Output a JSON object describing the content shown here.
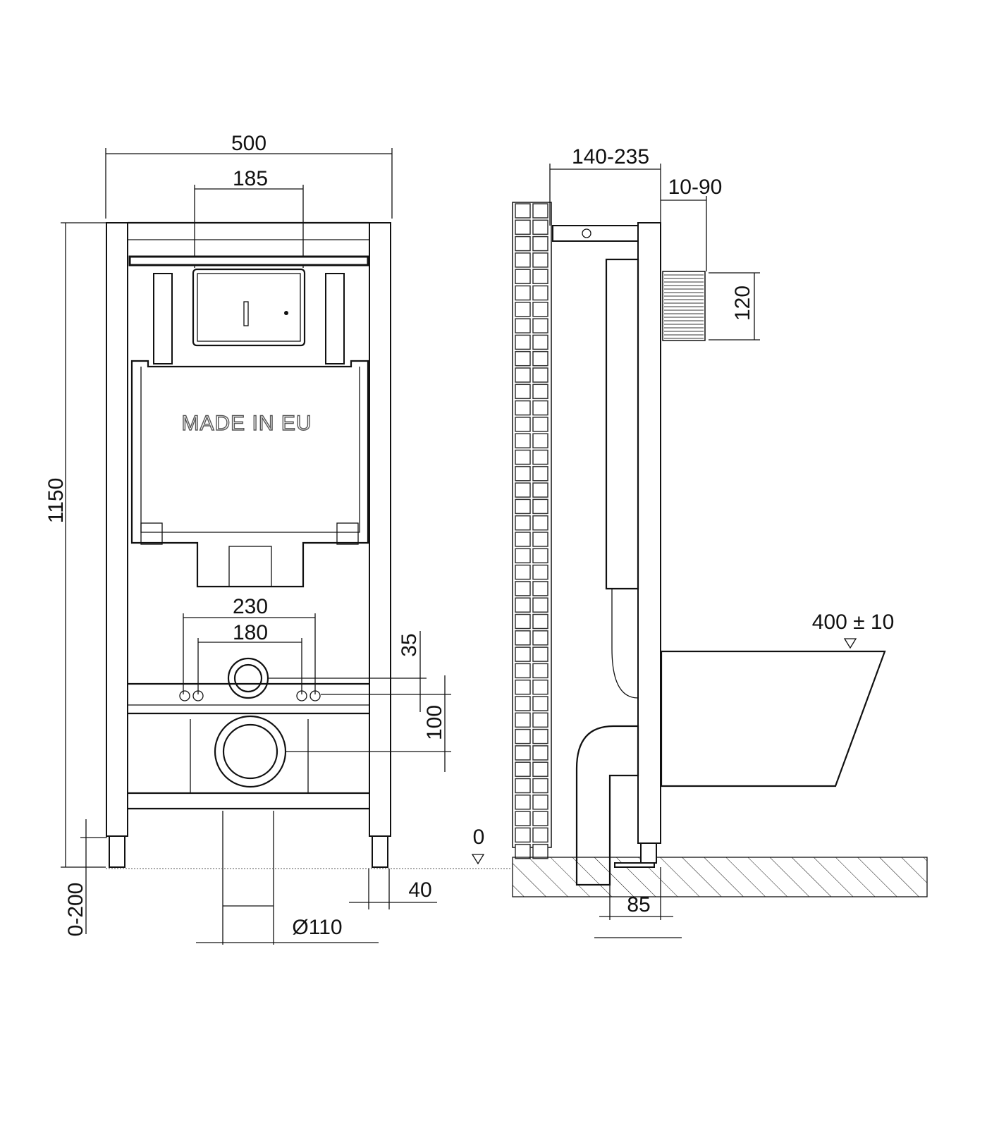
{
  "front_view": {
    "width_label": "500",
    "flush_plate_width_label": "185",
    "height_label": "1150",
    "emboss_text": "MADE IN EU",
    "outer_stud_spacing_label": "230",
    "inner_stud_spacing_label": "180",
    "inlet_offset_label": "35",
    "drain_offset_label": "100",
    "leg_adjust_label": "0-200",
    "foot_width_label": "40",
    "drain_diameter_label": "Ø110"
  },
  "side_view": {
    "depth_label": "140-235",
    "plate_projection_label": "10-90",
    "plate_height_label": "120",
    "seat_height_label": "400 ± 10",
    "floor_level_label": "0",
    "foot_offset_label": "85"
  }
}
